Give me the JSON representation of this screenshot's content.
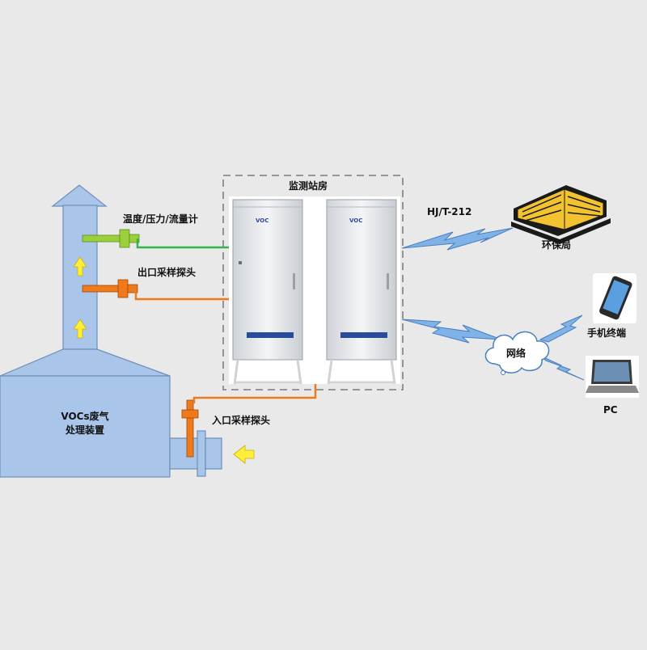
{
  "labels": {
    "temp_pressure_flow": "温度/压力/流量计",
    "outlet_probe": "出口采样探头",
    "inlet_probe": "入口采样探头",
    "voc_device_line1": "VOCs废气",
    "voc_device_line2": "处理装置",
    "station": "监测站房",
    "protocol": "HJ/T-212",
    "epb": "环保局",
    "network": "网络",
    "mobile": "手机终端",
    "pc": "PC",
    "cabinet1_brand": "VOC",
    "cabinet2_brand": "VOC"
  },
  "colors": {
    "background": "#e9e9e9",
    "duct_blue": "#a9c6ea",
    "duct_stroke": "#6f8fb8",
    "arrow_yellow": "#ffef3a",
    "green_line": "#2fb54a",
    "orange_line": "#f07a1a",
    "lightning_blue": "#7fb2e6",
    "building_yellow": "#f2c230"
  },
  "icons": [
    "up-arrow-icon",
    "right-arrow-icon",
    "lightning-icon",
    "cloud-icon",
    "building-icon",
    "smartphone-icon",
    "laptop-icon"
  ]
}
